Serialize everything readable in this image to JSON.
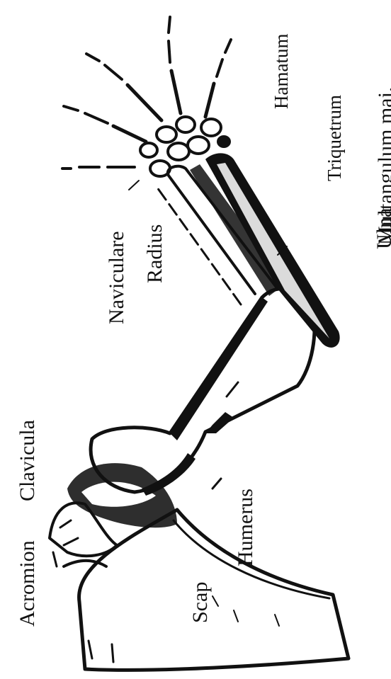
{
  "labels": {
    "acromion": "Acromion",
    "clavicula": "Clavicula",
    "scap": "Scap",
    "humerus": "Humerus",
    "naviculare": "Naviculare",
    "radius": "Radius",
    "multangulum": "Multangulum maj.",
    "ulna": "Ulna",
    "hamatum": "Hamatum",
    "triquetrum": "Triquetrum"
  },
  "colors": {
    "ink": "#111111",
    "paper": "#ffffff"
  }
}
